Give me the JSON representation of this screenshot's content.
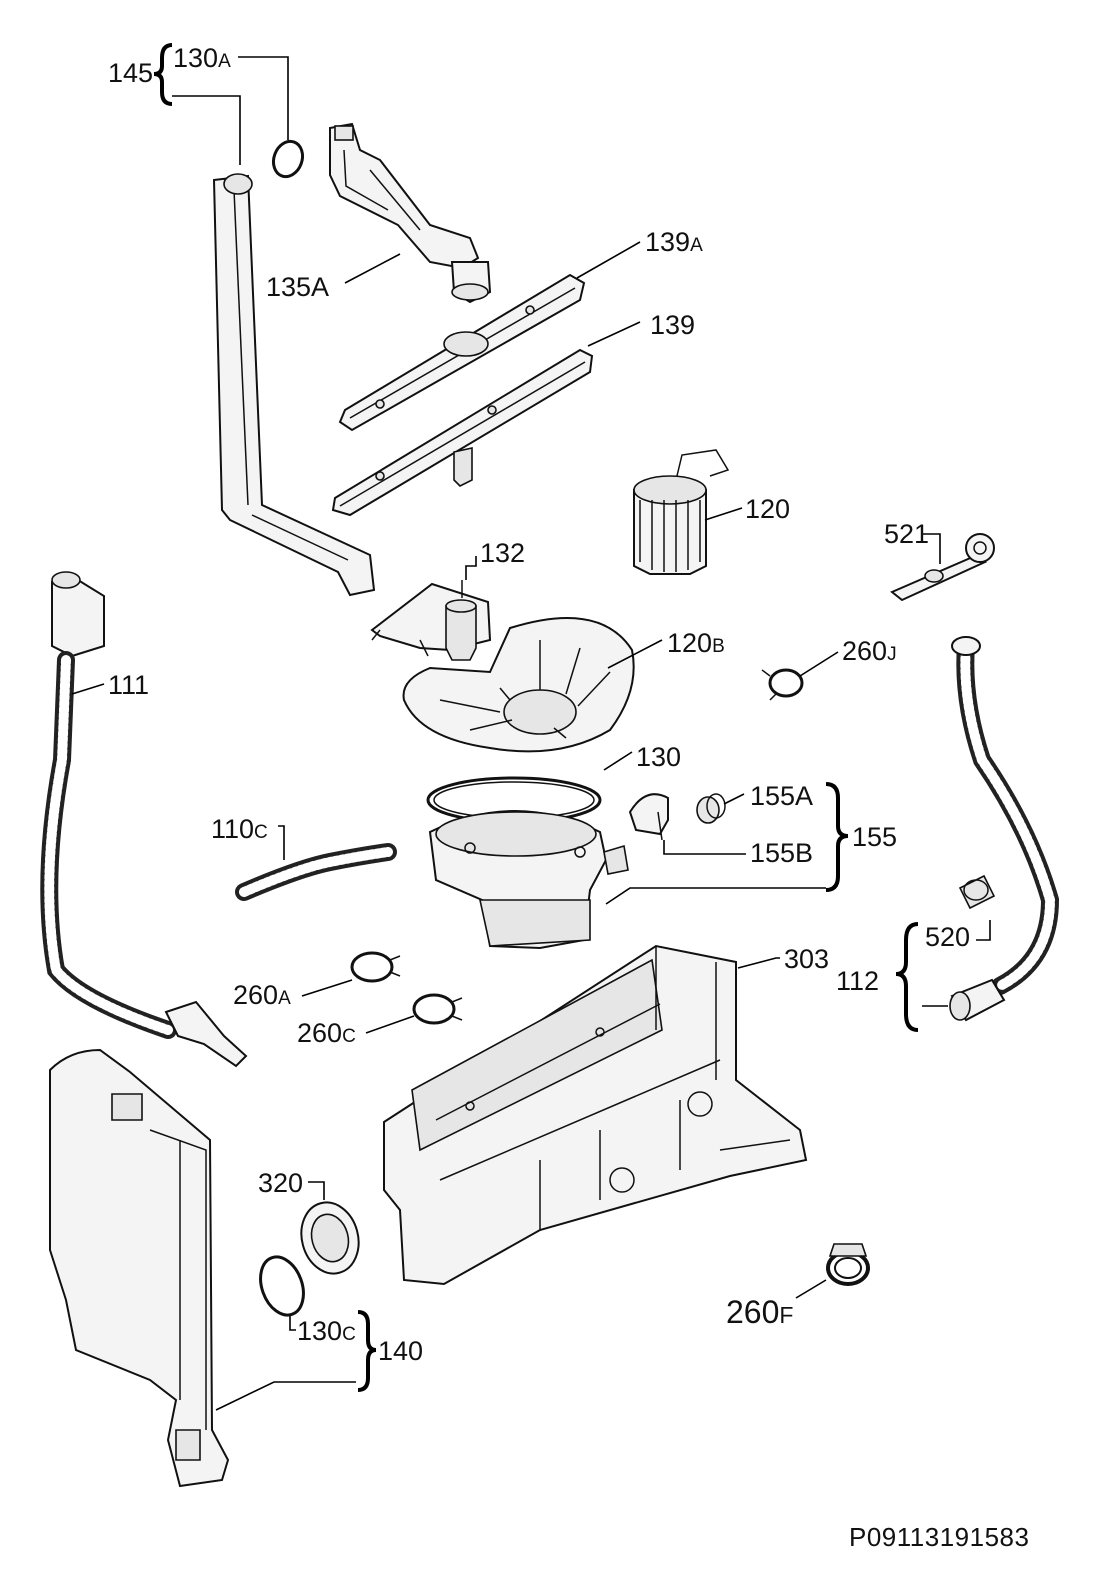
{
  "labels": {
    "p145": "145",
    "p130A": {
      "num": "130",
      "sfx": "A"
    },
    "p135A": "135A",
    "p139A": {
      "num": "139",
      "sfx": "A"
    },
    "p139": "139",
    "p120": "120",
    "p521": "521",
    "p132": "132",
    "p111": "111",
    "p120B": {
      "num": "120",
      "sfx": "B"
    },
    "p260J": {
      "num": "260",
      "sfx": "J"
    },
    "p130": "130",
    "p155A": "155A",
    "p155B": "155B",
    "p155": "155",
    "p110C": {
      "num": "110",
      "sfx": "C"
    },
    "p303": "303",
    "p112": "112",
    "p520": "520",
    "p260A": {
      "num": "260",
      "sfx": "A"
    },
    "p260C": {
      "num": "260",
      "sfx": "C"
    },
    "p320": "320",
    "p130C": {
      "num": "130",
      "sfx": "C"
    },
    "p140": "140",
    "p260F": {
      "num": "260",
      "sfx": "F"
    }
  },
  "reference_code": "P09113191583"
}
